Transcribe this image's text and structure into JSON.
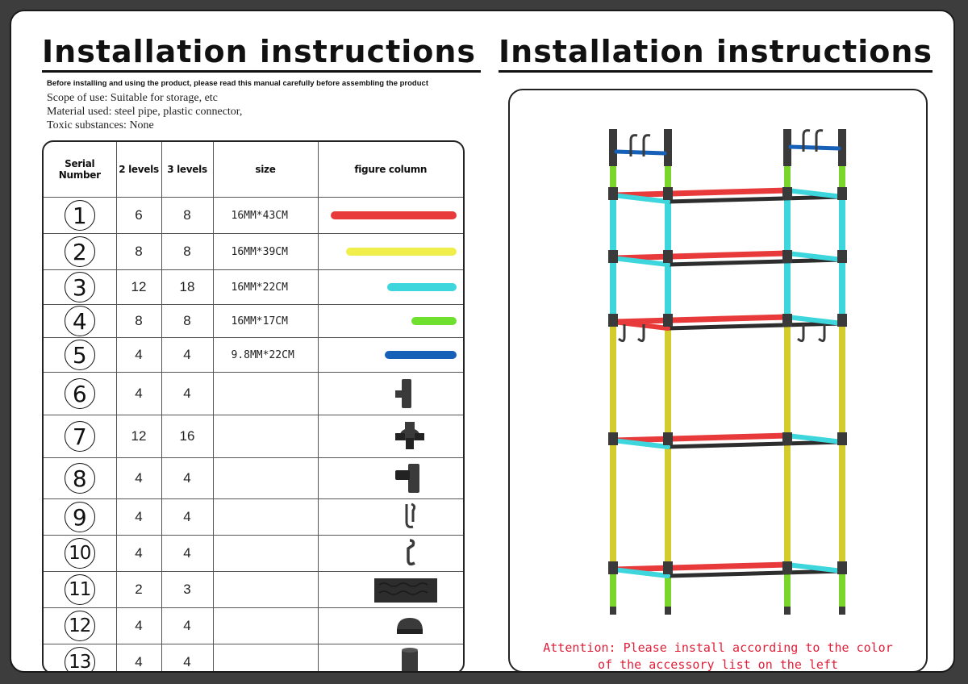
{
  "title_left": "Installation instructions",
  "title_right": "Installation instructions",
  "subtitle": "Before installing and using the product, please read this manual carefully before assembling the product",
  "meta": {
    "scope": "Scope of use: Suitable for storage, etc",
    "material": "Material used: steel pipe, plastic connector,",
    "toxic": "Toxic substances: None"
  },
  "table": {
    "headers": [
      "Serial Number",
      "2 levels",
      "3 levels",
      "size",
      "figure column"
    ],
    "rows": [
      {
        "serial": "1",
        "two": "6",
        "three": "8",
        "size": "16MM*43CM",
        "figure": "red-tube",
        "color": "#e83a3a",
        "bar_length": 1.0
      },
      {
        "serial": "2",
        "two": "8",
        "three": "8",
        "size": "16MM*39CM",
        "figure": "yellow-tube",
        "color": "#f0ee4a",
        "bar_length": 0.88
      },
      {
        "serial": "3",
        "two": "12",
        "three": "18",
        "size": "16MM*22CM",
        "figure": "cyan-tube",
        "color": "#3dd6dc",
        "bar_length": 0.55
      },
      {
        "serial": "4",
        "two": "8",
        "three": "8",
        "size": "16MM*17CM",
        "figure": "green-tube",
        "color": "#6fe02e",
        "bar_length": 0.36
      },
      {
        "serial": "5",
        "two": "4",
        "three": "4",
        "size": "9.8MM*22CM",
        "figure": "blue-tube",
        "color": "#1760b8",
        "bar_length": 0.57
      },
      {
        "serial": "6",
        "two": "4",
        "three": "4",
        "size": "",
        "figure": "t-connector"
      },
      {
        "serial": "7",
        "two": "12",
        "three": "16",
        "size": "",
        "figure": "four-way-connector"
      },
      {
        "serial": "8",
        "two": "4",
        "three": "4",
        "size": "",
        "figure": "elbow-connector"
      },
      {
        "serial": "9",
        "two": "4",
        "three": "4",
        "size": "",
        "figure": "double-hook"
      },
      {
        "serial": "10",
        "two": "4",
        "three": "4",
        "size": "",
        "figure": "single-hook"
      },
      {
        "serial": "11",
        "two": "2",
        "three": "3",
        "size": "",
        "figure": "non-slip-mat"
      },
      {
        "serial": "12",
        "two": "4",
        "three": "4",
        "size": "",
        "figure": "dome-cap"
      },
      {
        "serial": "13",
        "two": "4",
        "three": "4",
        "size": "",
        "figure": "foot-pad"
      }
    ]
  },
  "attention": {
    "line1": "Attention: Please install according to the color",
    "line2": "of the accessory list on the left"
  },
  "colors": {
    "red": "#e83a3a",
    "yellow": "#d4cc2c",
    "cyan": "#3dd6dc",
    "green": "#7ad62a",
    "blue": "#1760b8",
    "connector": "#3a3a3a",
    "attention": "#e0203a"
  }
}
